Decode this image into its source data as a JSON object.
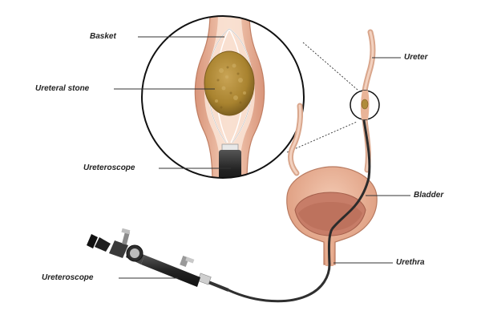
{
  "labels": {
    "basket": "Basket",
    "ureteral_stone": "Ureteral stone",
    "ureteroscope_inset": "Ureteroscope",
    "ureter": "Ureter",
    "bladder": "Bladder",
    "urethra": "Urethra",
    "ureteroscope_main": "Ureteroscope"
  },
  "colors": {
    "tissue": "#e9b498",
    "tissue_dark": "#b87a60",
    "tissue_light": "#f6d7c6",
    "bladder_inner": "#c77d68",
    "stone": "#b08b3a",
    "stone_dark": "#8a6b25",
    "scope": "#2b2b2b",
    "leader": "#333333"
  }
}
